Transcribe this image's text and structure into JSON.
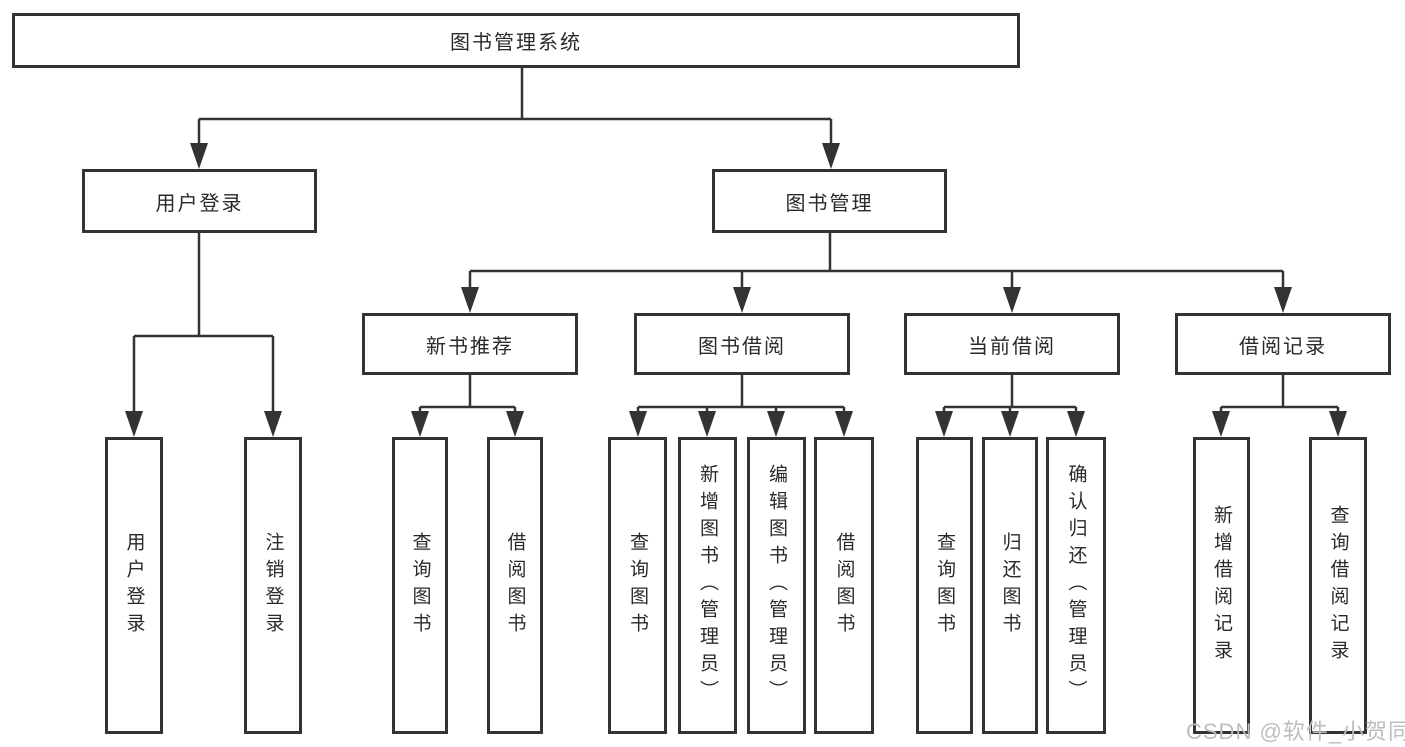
{
  "nodes": {
    "root": "图书管理系统",
    "level1": [
      "用户登录",
      "图书管理"
    ],
    "level2": [
      "新书推荐",
      "图书借阅",
      "当前借阅",
      "借阅记录"
    ],
    "leaves": {
      "user_login": [
        "用户登录",
        "注销登录"
      ],
      "new_books": [
        "查询图书",
        "借阅图书"
      ],
      "book_borrow": [
        "查询图书",
        "新增图书（管理员）",
        "编辑图书（管理员）",
        "借阅图书"
      ],
      "current_borrow": [
        "查询图书",
        "归还图书",
        "确认归还（管理员）"
      ],
      "borrow_records": [
        "新增借阅记录",
        "查询借阅记录"
      ]
    }
  },
  "watermark": "CSDN @软件_小贺同学",
  "colors": {
    "line": "#333333",
    "text": "#2a2a2a",
    "background": "#ffffff",
    "watermark": "#bdbdbd"
  }
}
